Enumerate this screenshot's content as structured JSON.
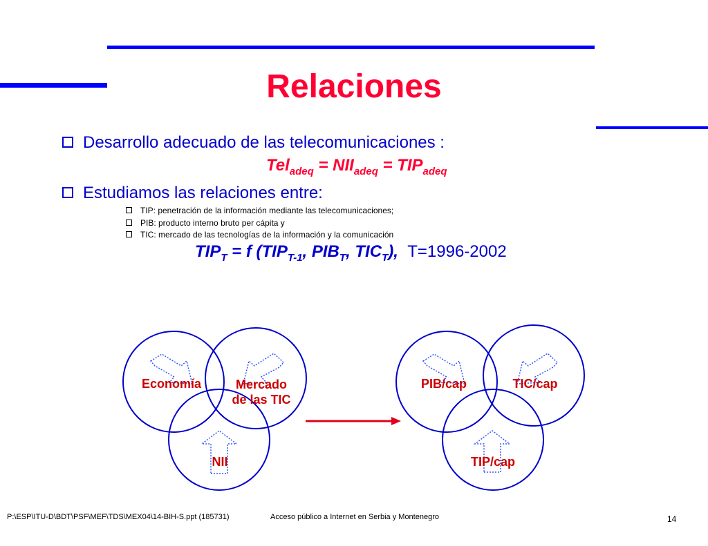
{
  "title": "Relaciones",
  "bullets": [
    {
      "text": "Desarrollo adecuado de las telecomunicaciones :"
    },
    {
      "text": "Estudiamos las relaciones entre:"
    }
  ],
  "equation1": {
    "t1": "Tel",
    "s1": "adeq",
    "t2": " = NII",
    "s2": "adeq",
    "t3": " = TIP",
    "s3": "adeq"
  },
  "sub_bullets": [
    "TIP: penetración de la información mediante las telecomunicaciones;",
    "PIB: producto interno bruto per cápita y",
    "TIC: mercado de las tecnologías de la información y la comunicación"
  ],
  "equation2": {
    "a": "TIP",
    "as": "T",
    "b": " = f (TIP",
    "bs": "T-1",
    "c": ", PIB",
    "cs": "T",
    "d": ", TIC",
    "ds": "T",
    "e": "),",
    "period": "T=1996-2002"
  },
  "diagram_left": {
    "circle1": "Economía",
    "circle2_line1": "Mercado",
    "circle2_line2": "de las TIC",
    "circle3": "NII"
  },
  "diagram_right": {
    "circle1": "PIB/cap",
    "circle2": "TIC/cap",
    "circle3": "TIP/cap"
  },
  "footer": {
    "path": "P:\\ESP\\ITU-D\\BDT\\PSF\\MEF\\TDS\\MEX04\\14-BIH-S.ppt (185731)",
    "center": "Acceso público a Internet en Serbia y Montenegro",
    "page": "14"
  },
  "colors": {
    "accent_blue": "#0000ff",
    "title_red": "#ff0033",
    "label_red": "#cc0000"
  }
}
